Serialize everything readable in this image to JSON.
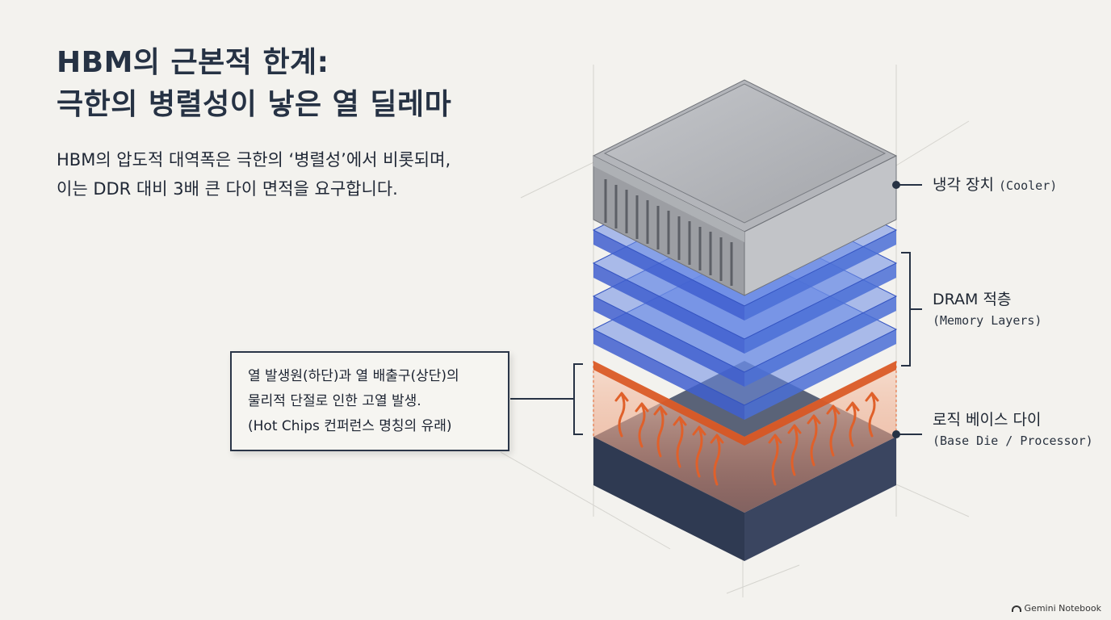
{
  "title": {
    "line1": "HBM의 근본적 한계:",
    "line2": "극한의 병렬성이 낳은 열 딜레마"
  },
  "subtitle": {
    "line1": "HBM의 압도적 대역폭은 극한의 ‘병렬성’에서 비롯되며,",
    "line2": "이는 DDR 대비 3배 큰 다이 면적을 요구합니다."
  },
  "labels": {
    "cooler": {
      "main": "냉각 장치",
      "sub": "(Cooler)"
    },
    "dram": {
      "main": "DRAM 적층",
      "sub": "(Memory Layers)"
    },
    "base": {
      "main": "로직 베이스 다이",
      "sub": "(Base Die / Processor)"
    }
  },
  "callout": {
    "line1": "열 발생원(하단)과 열 배출구(상단)의",
    "line2": "물리적 단절로 인한 고열 발생.",
    "line3": "(Hot Chips 컨퍼런스 명칭의 유래)"
  },
  "colors": {
    "cooler": "#a9abb0",
    "dram": "#4a6fd6",
    "base": "#2f3a52",
    "heat": "#e0602a",
    "ink": "#263244"
  },
  "watermark": "Gemini Notebook"
}
